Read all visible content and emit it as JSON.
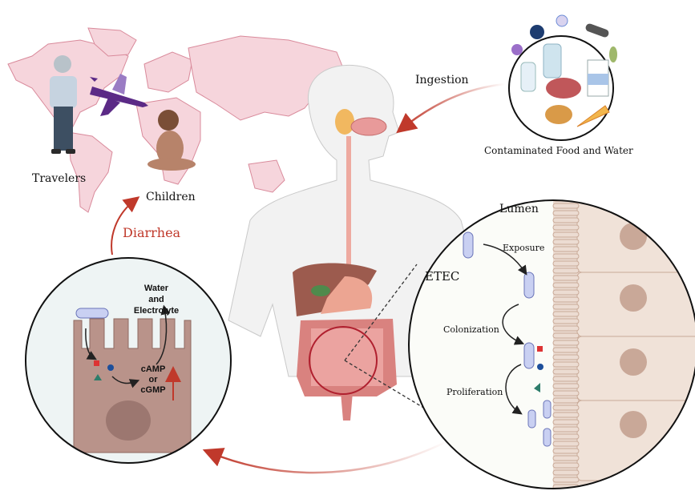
{
  "title": "ETEC infection cycle",
  "labels": {
    "travelers": "Travelers",
    "children": "Children",
    "diarrhea": "Diarrhea",
    "ingestion": "Ingestion",
    "contaminated": "Contaminated Food and Water",
    "lumen": "Lumen",
    "etec": "ETEC",
    "exposure": "Exposure",
    "colonization": "Colonization",
    "proliferation": "Proliferation",
    "water_line1": "Water",
    "water_line2": "and",
    "water_line3": "Electrolyte",
    "camp_line1": "cAMP",
    "camp_line2": "or",
    "camp_line3": "cGMP"
  },
  "colors": {
    "arrow_red": "#c0392b",
    "map_fill": "#f6d5dc",
    "map_stroke": "#d98a9b",
    "body_fill": "#f2f2f2",
    "cell_fill": "#b9938a",
    "nucleus": "#9c7770",
    "bacterium": "#c9d0f2",
    "plane": "#5b2a86"
  },
  "icons": {
    "contaminants": [
      "bacteria-cluster-icon",
      "virus-icon",
      "rod-bacterium-icon",
      "flagellated-bacterium-icon",
      "coccus-icon"
    ],
    "foods": [
      "water-bottle-icon",
      "baby-bottle-icon",
      "milk-carton-icon",
      "steak-icon",
      "burger-icon",
      "pizza-icon"
    ]
  }
}
